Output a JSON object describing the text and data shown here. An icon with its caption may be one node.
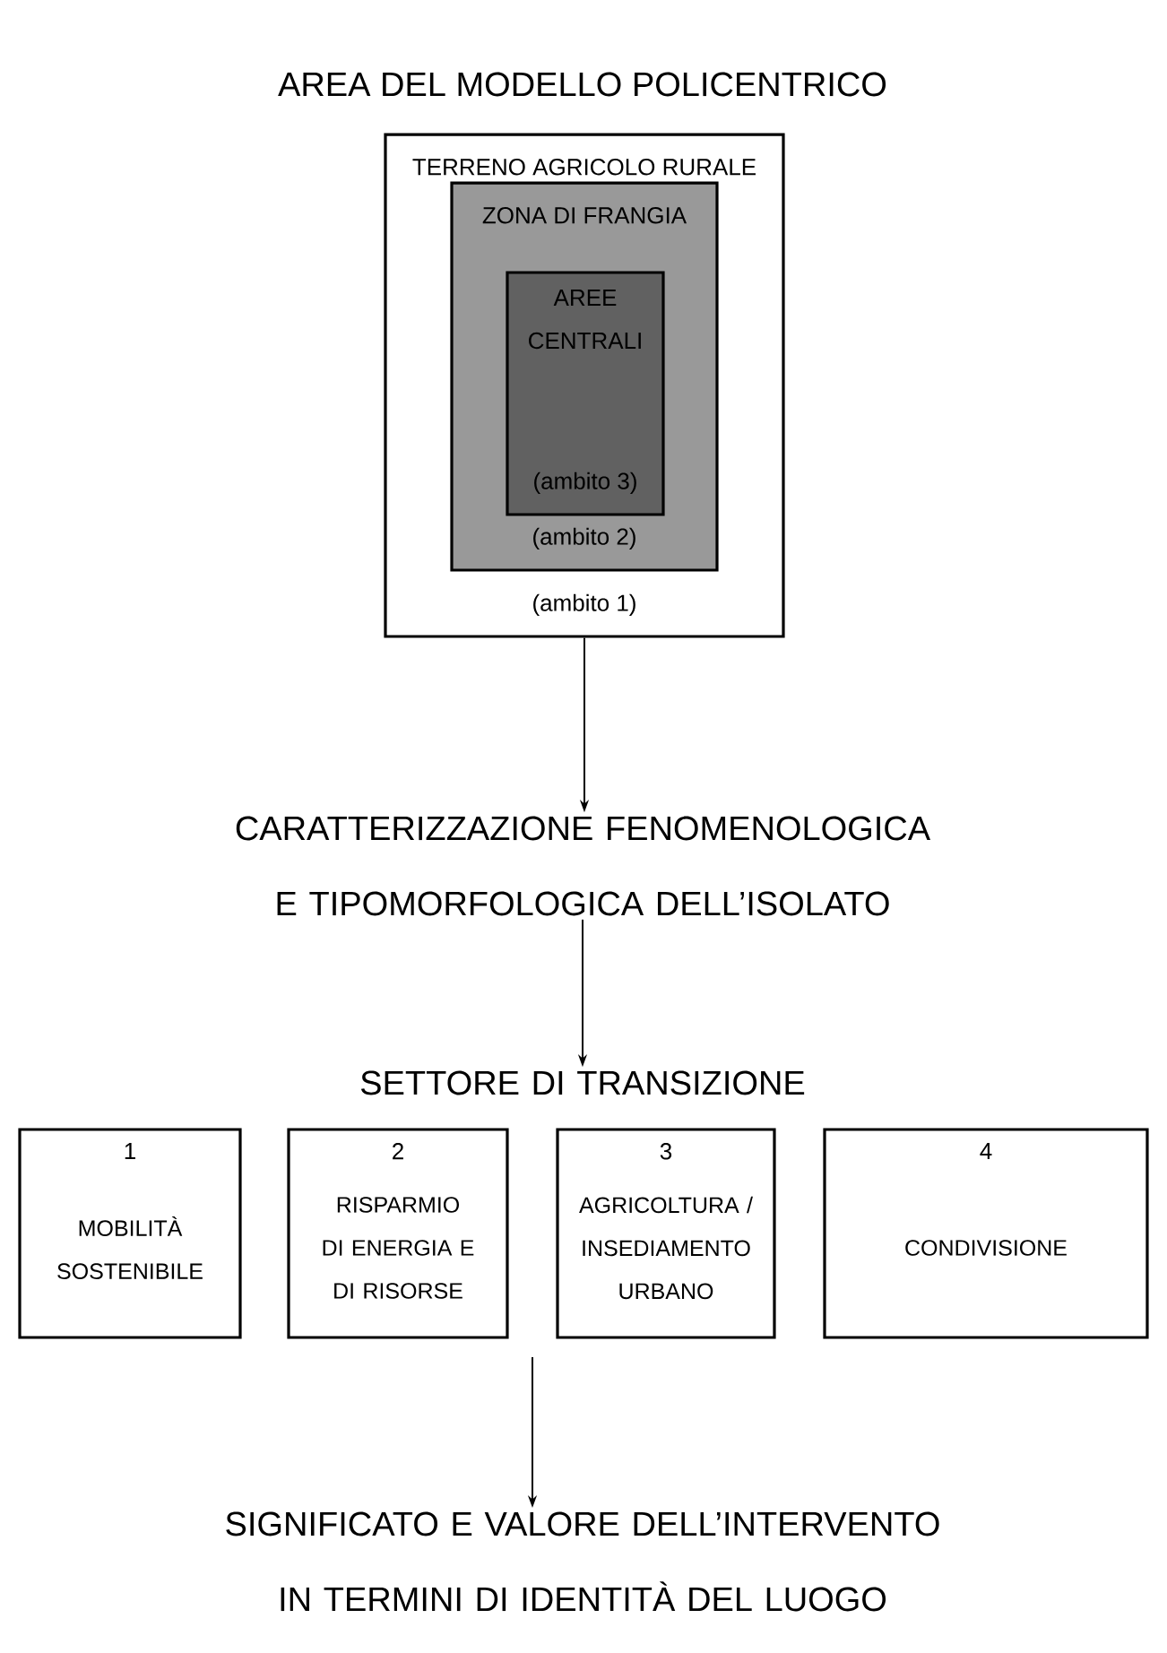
{
  "diagram": {
    "title": "AREA DEL MODELLO POLICENTRICO",
    "nodes": [
      {
        "text": [
          "TERRENO AGRICOLO RURALE",
          "(ambito 1)"
        ]
      },
      {
        "text": [
          "ZONA DI FRANGIA",
          "(ambito 2)"
        ],
        "in": 0
      },
      {
        "text": [
          "AREE CENTRALI",
          "(ambito 3)"
        ],
        "in": 1
      },
      {
        "text": [
          "CARATTERIZZAZIONE FENOMENOLOGICA E TIPOMORFOLOGICA DELL’ISOLATO"
        ]
      },
      {
        "text": [
          "SETTORE DI TRANSIZIONE"
        ]
      },
      {
        "text": [
          "1",
          "MOBILITÀ SOSTENIBILE"
        ]
      },
      {
        "text": [
          "2",
          "RISPARMIO DI ENERGIA E DI RISORSE"
        ]
      },
      {
        "text": [
          "3",
          "AGRICOLTURA / INSEDIAMENTO URBANO"
        ]
      },
      {
        "text": [
          "4",
          "CONDIVISIONE"
        ]
      },
      {
        "text": [
          "SIGNIFICATO E VALORE DELL’INTERVENTO IN TERMINI DI IDENTITÀ DEL LUOGO"
        ]
      }
    ],
    "edges": [
      {
        "from": 0,
        "to": 3,
        "arrow": "to"
      },
      {
        "from": 3,
        "to": 4,
        "arrow": "to"
      },
      {
        "from": null,
        "to": 9,
        "arrow": "to"
      }
    ]
  }
}
